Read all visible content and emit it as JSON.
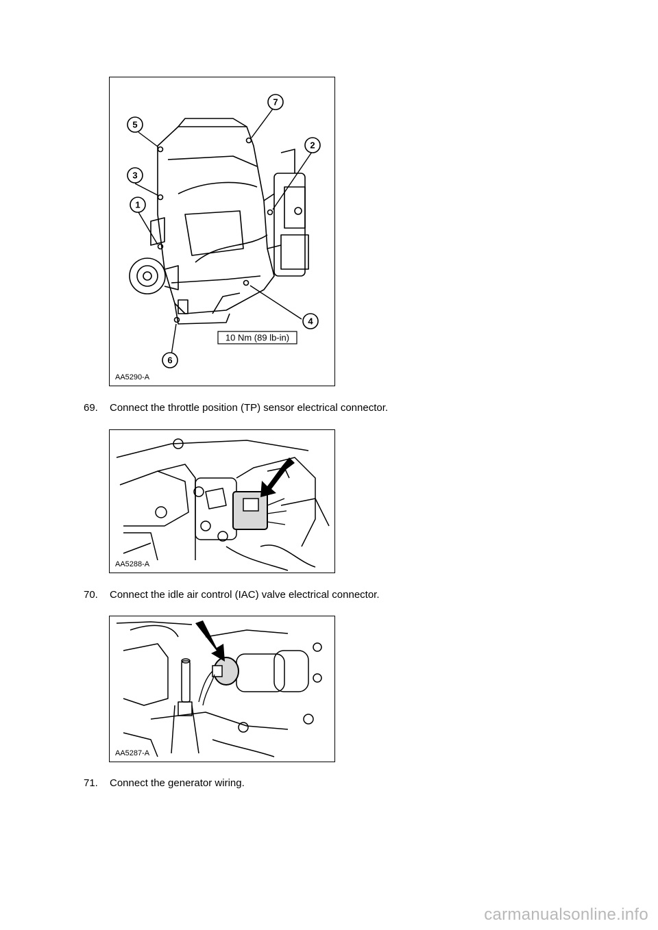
{
  "figure1": {
    "id": "AA5290-A",
    "callouts": [
      "1",
      "2",
      "3",
      "4",
      "5",
      "6",
      "7"
    ],
    "torque": "10 Nm (89 lb-in)"
  },
  "steps": [
    {
      "num": "69.",
      "text": "Connect the throttle position (TP) sensor electrical connector."
    },
    {
      "num": "70.",
      "text": "Connect the idle air control (IAC) valve electrical connector."
    },
    {
      "num": "71.",
      "text": "Connect the generator wiring."
    }
  ],
  "figure2": {
    "id": "AA5288-A"
  },
  "figure3": {
    "id": "AA5287-A"
  },
  "watermark": "carmanualsonline.info"
}
